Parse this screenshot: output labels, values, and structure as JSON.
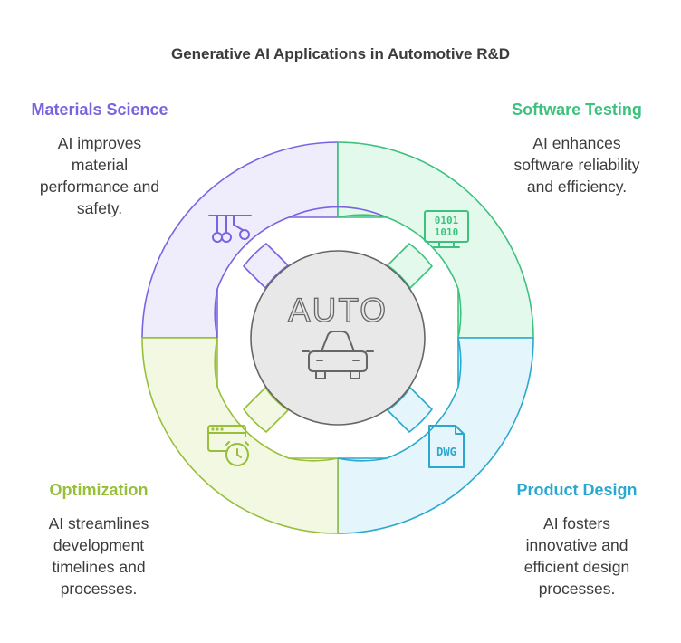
{
  "title": "Generative AI Applications in Automotive R&D",
  "center": {
    "label": "AUTO",
    "icon": "car-icon"
  },
  "sections": [
    {
      "id": "materials",
      "heading": "Materials Science",
      "description": "AI improves\nmaterial\nperformance and\nsafety.",
      "icon": "pendulum-icon",
      "color": "#7b63e0",
      "fill": "#efedfc"
    },
    {
      "id": "software",
      "heading": "Software Testing",
      "description": "AI enhances\nsoftware reliability\nand efficiency.",
      "icon": "binary-monitor-icon",
      "color": "#3cc27e",
      "fill": "#e3f9ec"
    },
    {
      "id": "product",
      "heading": "Product Design",
      "description": "AI fosters\ninnovative and\nefficient design\nprocesses.",
      "icon": "dwg-file-icon",
      "color": "#2aa8cf",
      "fill": "#e4f5fb"
    },
    {
      "id": "optimization",
      "heading": "Optimization",
      "description": "AI streamlines\ndevelopment\ntimelines and\nprocesses.",
      "icon": "timer-window-icon",
      "color": "#97bf3a",
      "fill": "#f2f8e2"
    }
  ]
}
